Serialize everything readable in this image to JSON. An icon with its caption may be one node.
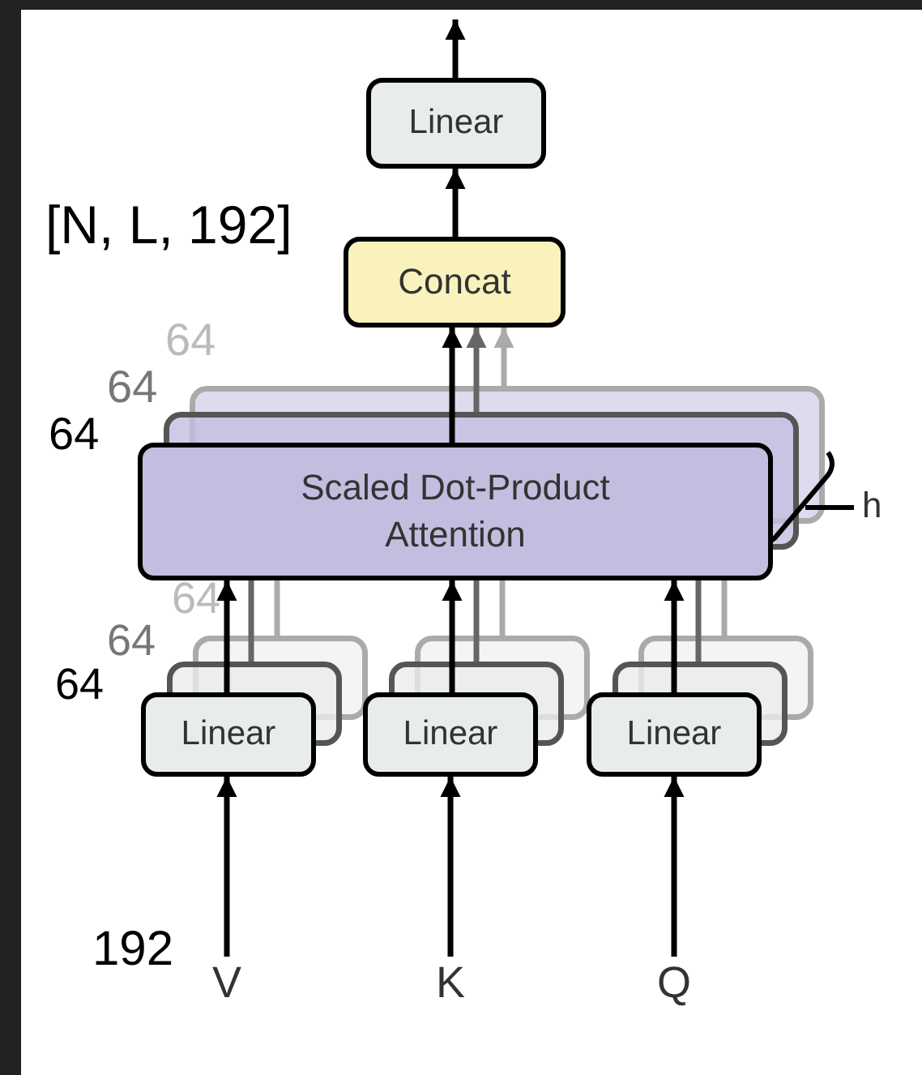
{
  "diagram": {
    "nodes": [
      {
        "text": [
          "Linear"
        ]
      },
      {
        "text": [
          "Concat"
        ]
      },
      {
        "text": [
          "Scaled Dot-Product Attention"
        ]
      },
      {
        "text": [
          "Linear"
        ]
      },
      {
        "text": [
          "Linear"
        ]
      },
      {
        "text": [
          "Linear"
        ]
      },
      {
        "text": [
          "V"
        ]
      },
      {
        "text": [
          "K"
        ]
      },
      {
        "text": [
          "Q"
        ]
      }
    ],
    "edges": [
      {
        "from": 0,
        "to": null,
        "arrow": "to"
      },
      {
        "from": 1,
        "to": 0,
        "arrow": "to"
      },
      {
        "from": 2,
        "to": 1,
        "arrow": "to"
      },
      {
        "from": 2,
        "to": 1,
        "arrow": "to",
        "color": "#666666"
      },
      {
        "from": 2,
        "to": 1,
        "arrow": "to",
        "color": "#aaaaaa"
      },
      {
        "from": 3,
        "to": 2,
        "arrow": "to"
      },
      {
        "from": 4,
        "to": 2,
        "arrow": "to"
      },
      {
        "from": 5,
        "to": 2,
        "arrow": "to"
      },
      {
        "from": 3,
        "to": 2,
        "arrow": "none",
        "color": "#666666"
      },
      {
        "from": 3,
        "to": 2,
        "arrow": "none",
        "color": "#aaaaaa"
      },
      {
        "from": 4,
        "to": 2,
        "arrow": "none",
        "color": "#666666"
      },
      {
        "from": 4,
        "to": 2,
        "arrow": "none",
        "color": "#aaaaaa"
      },
      {
        "from": 5,
        "to": 2,
        "arrow": "none",
        "color": "#666666"
      },
      {
        "from": 5,
        "to": 2,
        "arrow": "none",
        "color": "#aaaaaa"
      },
      {
        "from": 6,
        "to": 3,
        "arrow": "to"
      },
      {
        "from": 7,
        "to": 4,
        "arrow": "to"
      },
      {
        "from": 8,
        "to": 5,
        "arrow": "to"
      }
    ],
    "labels": [
      "[N, L, 192]",
      "64",
      "64",
      "64",
      "h",
      "64",
      "64",
      "64",
      "192"
    ]
  }
}
